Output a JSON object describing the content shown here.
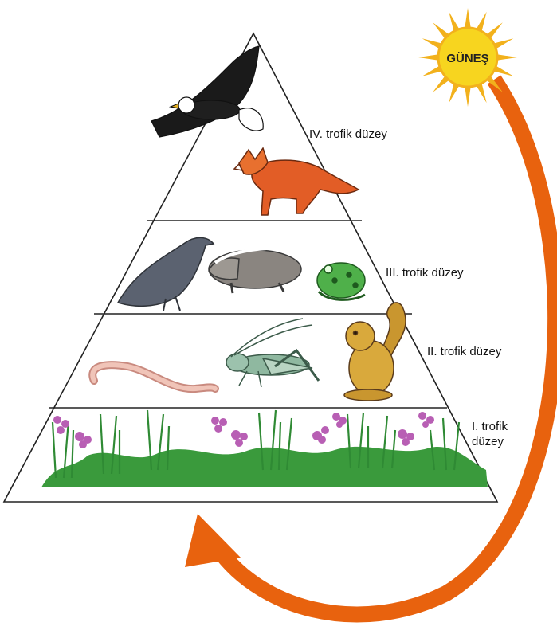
{
  "sun": {
    "label": "GÜNEŞ",
    "color": "#f7d51f",
    "ray_color": "#f2b11c"
  },
  "arrow": {
    "color": "#e8620e"
  },
  "levels": [
    {
      "label": "IV.  trofik düzey"
    },
    {
      "label": "III.  trofik düzey"
    },
    {
      "label": "II.  trofik düzey"
    },
    {
      "label_line1": "I. trofik",
      "label_line2": "düzey"
    }
  ],
  "organisms": {
    "level4": [
      "eagle",
      "fox"
    ],
    "level3": [
      "crow",
      "badger",
      "frog"
    ],
    "level2": [
      "earthworm",
      "grasshopper",
      "squirrel"
    ],
    "level1": [
      "grass",
      "flowers"
    ]
  },
  "colors": {
    "grass": "#3a9a3c",
    "flowers": "#b85fb4",
    "outline": "#222222"
  }
}
